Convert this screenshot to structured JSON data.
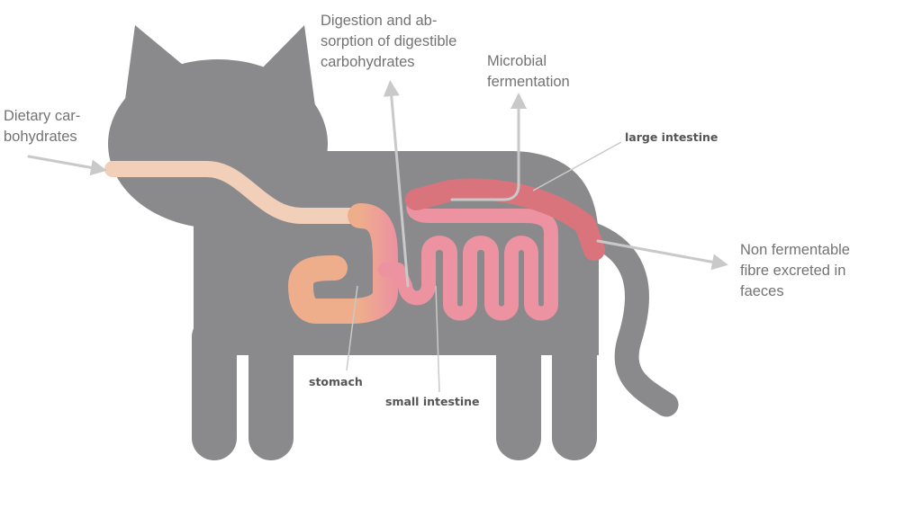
{
  "annotations": {
    "dietary": [
      "Dietary car-",
      "bohydrates"
    ],
    "digestion": [
      "Digestion and ab-",
      "sorption of digestible",
      "carbohydrates"
    ],
    "microbial": [
      "Microbial",
      "fermentation"
    ],
    "excreted": [
      "Non fermentable",
      "fibre excreted in",
      "faeces"
    ]
  },
  "organs": {
    "large_intestine": "large intestine",
    "stomach": "stomach",
    "small_intestine": "small intestine"
  },
  "colors": {
    "cat_body": "#8a8a8c",
    "esophagus_fill": "#f1cfb8",
    "stomach_fill": "#eeae8c",
    "small_intestine_fill": "#ec92a0",
    "large_intestine_fill": "#d9747c",
    "arrow_color": "#c9c9c9",
    "text_color": "#737373"
  }
}
